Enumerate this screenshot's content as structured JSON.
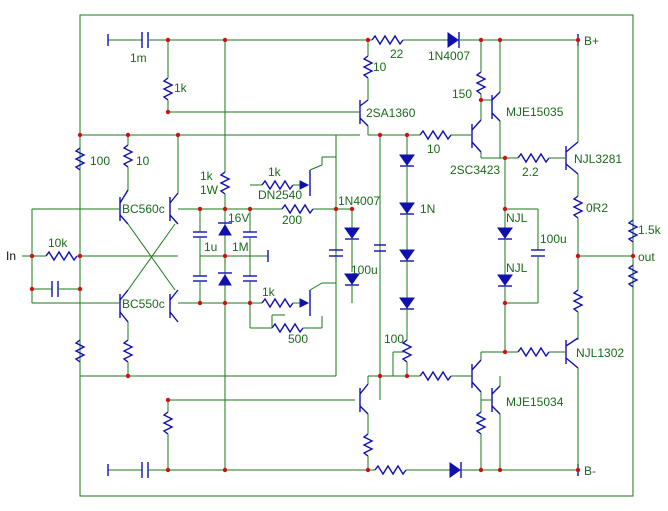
{
  "rails": {
    "positive": "B+",
    "negative": "B-",
    "output": "out",
    "input": "In"
  },
  "labels": {
    "c_in": "1m",
    "r_top_left": "1k",
    "r_in_bias": "100",
    "r_diff_emitter_top": "10",
    "r_in": "10k",
    "q_diff_top": "BC560c",
    "q_diff_bot": "BC550c",
    "r_1k1w": "1k",
    "r_1k1w_rating": "1W",
    "zener": "16V",
    "c_1u": "1u",
    "c_1m": "1M",
    "r_gate_top": "1k",
    "mosfet": "DN2540",
    "r_200": "200",
    "r_gate_bot": "1k",
    "pot_500": "500",
    "d_1n4007_mid": "1N4007",
    "c_100u_left": "100u",
    "r_10_top": "10",
    "r_22": "22",
    "d_1n4007_top": "1N4007",
    "q_2sa1360": "2SA1360",
    "r_10_mid": "10",
    "d_1n_string": "1N",
    "pot_100": "100",
    "r_150": "150",
    "q_mje15035": "MJE15035",
    "q_2sc3423": "2SC3423",
    "r_2_2": "2.2",
    "q_njl3281": "NJL3281",
    "d_njl_top": "NJL",
    "d_njl_bot": "NJL",
    "c_100u_right": "100u",
    "r_0r2": "0R2",
    "r_1_5k": "1.5k",
    "q_njl1302": "NJL1302",
    "q_mje15034": "MJE15034"
  }
}
